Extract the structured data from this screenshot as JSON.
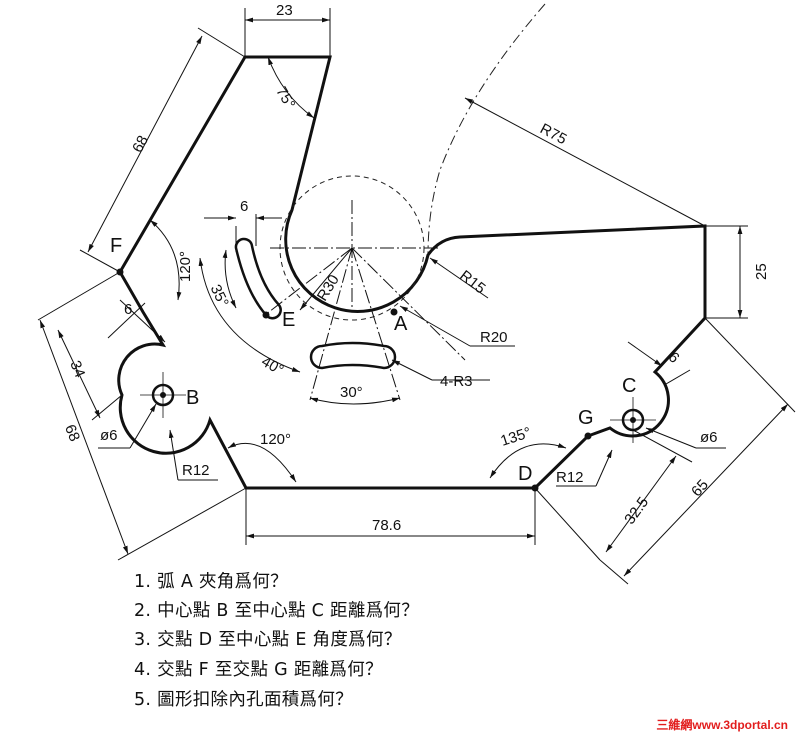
{
  "labels": {
    "dim_23": "23",
    "dim_75deg": "75°",
    "dim_68_top": "68",
    "dim_R75": "R75",
    "dim_6_slot": "6",
    "dim_120_F": "120°",
    "dim_R30": "R30",
    "dim_R15": "R15",
    "dim_25": "25",
    "dim_35deg": "35°",
    "dim_R20": "R20",
    "dim_6_left": "6",
    "dim_40deg": "40°",
    "dim_30deg": "30°",
    "dim_4R3": "4-R3",
    "dim_34": "34",
    "dim_68_left": "68",
    "dim_phi6_B": "ø6",
    "dim_R12_B": "R12",
    "dim_120_bottom": "120°",
    "dim_78_6": "78.6",
    "dim_135deg": "135°",
    "dim_6_right": "6",
    "dim_phi6_C": "ø6",
    "dim_R12_G": "R12",
    "dim_32_5": "32.5",
    "dim_65": "65",
    "pt_A": "A",
    "pt_B": "B",
    "pt_C": "C",
    "pt_D": "D",
    "pt_E": "E",
    "pt_F": "F",
    "pt_G": "G"
  },
  "questions": [
    "1.  弧 A 夾角爲何？",
    "2.  中心點 B 至中心點 C 距離爲何？",
    "3.  交點 D 至中心點 E 角度爲何？",
    "4.  交點 F 至交點 G 距離爲何？",
    "5.  圖形扣除內孔面積爲何？"
  ],
  "watermark": {
    "brand": "三維網",
    "url": "www.3dportal.cn",
    "color": "#e21d1d"
  }
}
